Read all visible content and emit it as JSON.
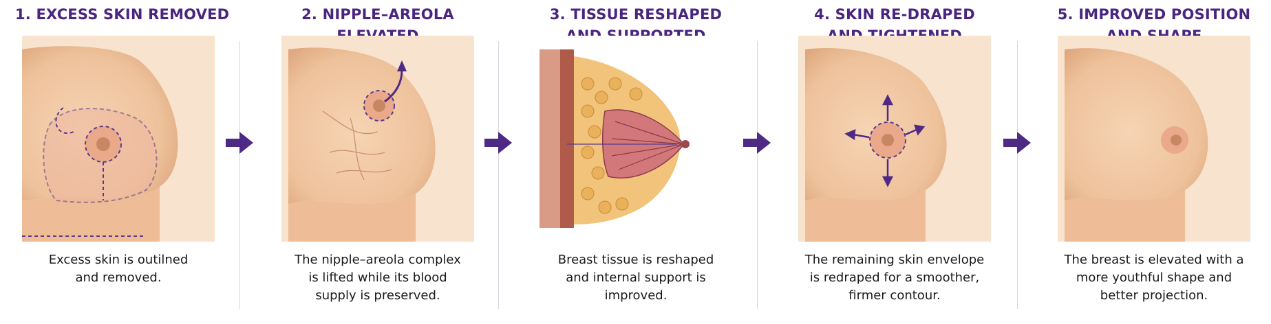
{
  "steps": [
    {
      "title": [
        "1. EXCESS SKIN REMOVED"
      ],
      "description": [
        "Excess skin is outilned",
        "and removed."
      ]
    },
    {
      "title": [
        "2. NIPPLE–AREOLA",
        "ELEVATED"
      ],
      "description": [
        "The nipple–areola complex",
        "is lifted while its blood",
        "supply is preserved."
      ]
    },
    {
      "title": [
        "3. TISSUE RESHAPED",
        "AND SUPPORTED"
      ],
      "description": [
        "Breast tissue is reshaped",
        "and internal support is",
        "improved."
      ]
    },
    {
      "title": [
        "4. SKIN RE-DRAPED",
        "AND TIGHTENED"
      ],
      "description": [
        "The remaining skin envelope",
        "is redraped for a smoother,",
        "firmer contour."
      ]
    },
    {
      "title": [
        "5. IMPROVED POSITION",
        "AND SHAPE"
      ],
      "description": [
        "The breast is elevated with a",
        "more youthful shape and",
        "better projection."
      ]
    }
  ],
  "colors": {
    "title": "#4a2580",
    "arrow": "#4f2a85",
    "divider": "#d9d3e2",
    "skin": "#f2c9a4",
    "skin_shadow": "#d9a27a",
    "areola": "#c98662",
    "incision": "#5a3a8a"
  },
  "icons": [
    "process-arrow-icon"
  ]
}
